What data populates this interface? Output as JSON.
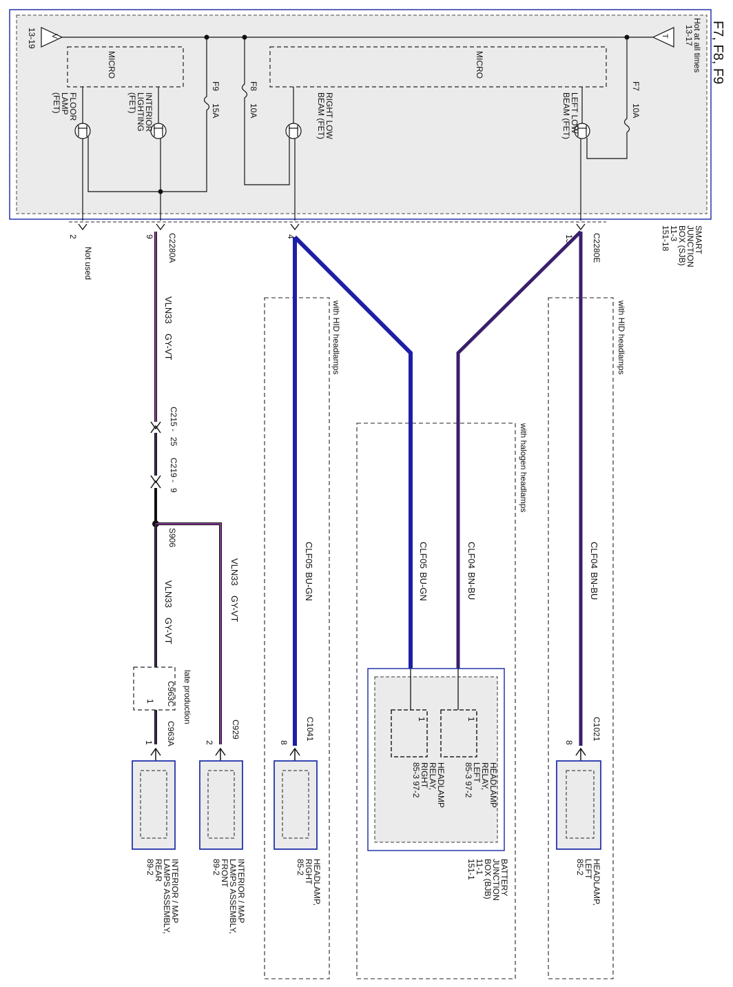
{
  "title": "F7, F8, F9",
  "sjb": {
    "name": [
      "SMART",
      "JUNCTION",
      "BOX (SJB)",
      "11-3",
      "151-18"
    ],
    "hot": [
      "Hot at all times",
      "13-17"
    ],
    "ground_ref": "13-19",
    "micro_left": "MICRO",
    "micro_right": "MICRO",
    "fuse_f7": {
      "id": "F7",
      "rating": "10A"
    },
    "fuse_f8": {
      "id": "F8",
      "rating": "10A"
    },
    "fuse_f9": {
      "id": "F9",
      "rating": "15A"
    },
    "fet_left_low": [
      "LEFT LOW",
      "BEAM (FET)"
    ],
    "fet_right_low": [
      "RIGHT LOW",
      "BEAM (FET)"
    ],
    "fet_interior": [
      "INTERIOR",
      "LIGHTING",
      "(FET)"
    ],
    "fet_floor": [
      "FLOOR",
      "LAMP",
      "(FET)"
    ]
  },
  "connectors": {
    "c2280e": "C2280E",
    "c2280a": "C2280A",
    "pin_13": "13",
    "pin_4": "4",
    "pin_9": "9",
    "pin_2": "2",
    "not_used": "Not used",
    "c215": "C215",
    "c215_pin": "25",
    "c219": "C219",
    "c219_pin": "9",
    "s906": "S906",
    "c1021": "C1021",
    "c1041": "C1041",
    "c929": "C929",
    "c963a": "C963A",
    "c963c": "C963C",
    "c963c_pin": "1",
    "late_production": "late production",
    "pin_8a": "8",
    "pin_8b": "8",
    "pin_2b": "2",
    "pin_1": "1",
    "dash": "-"
  },
  "circuits": {
    "clf04_hid": {
      "name": "CLF04",
      "color": "BN-BU"
    },
    "clf04_hal": {
      "name": "CLF04",
      "color": "BN-BU"
    },
    "clf05_hal": {
      "name": "CLF05",
      "color": "BU-GN"
    },
    "clf05_hid": {
      "name": "CLF05",
      "color": "BU-GN"
    },
    "vln33_a": {
      "name": "VLN33",
      "color": "GY-VT"
    },
    "vln33_b": {
      "name": "VLN33",
      "color": "GY-VT"
    },
    "vln33_c": {
      "name": "VLN33",
      "color": "GY-VT"
    }
  },
  "options": {
    "hid_left": "with HID headlamps",
    "halogen": "with halogen headlamps",
    "hid_right": "with HID headlamps"
  },
  "components": {
    "headlamp_left": [
      "HEADLAMP,",
      "LEFT",
      "85-2"
    ],
    "bjb": [
      "BATTERY",
      "JUNCTION",
      "BOX (BJB)",
      "11-1",
      "151-1"
    ],
    "relay_left": [
      "HEADLAMP",
      "RELAY,",
      "LEFT",
      "85-3    97-2"
    ],
    "relay_left_pin": "1",
    "relay_right": [
      "HEADLAMP",
      "RELAY,",
      "RIGHT",
      "85-3    97-2"
    ],
    "relay_right_pin": "1",
    "headlamp_right": [
      "HEADLAMP,",
      "RIGHT",
      "85-2"
    ],
    "interior_front": [
      "INTERIOR / MAP",
      "LAMPS ASSEMBLY,",
      "FRONT",
      "89-2"
    ],
    "interior_rear": [
      "INTERIOR / MAP",
      "LAMPS ASSEMBLY,",
      "REAR",
      "89-2"
    ]
  },
  "colors": {
    "bn_bu": "#3a1f6b",
    "bu_gn": "#1d1fa6",
    "gy_vt": "#8a3a9a",
    "box_fill": "#ebebeb",
    "box_border": "#2233aa"
  }
}
